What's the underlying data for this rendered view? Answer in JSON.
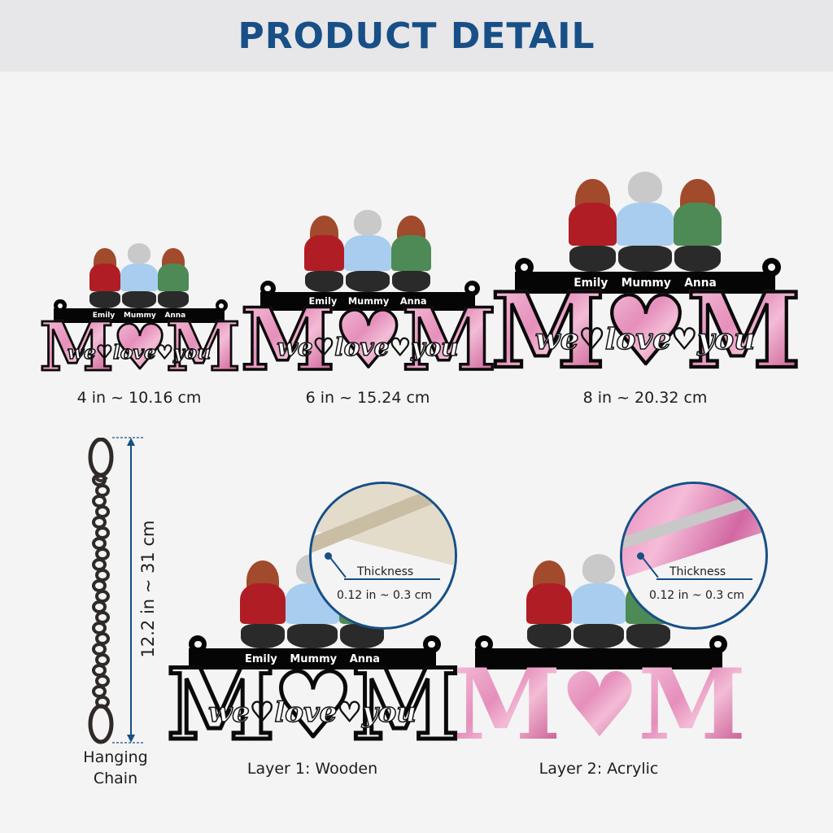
{
  "header": {
    "title": "PRODUCT DETAIL",
    "title_color": "#174f86",
    "bg_color": "#e7e6e8"
  },
  "ornament": {
    "names": [
      "Emily",
      "Mummy",
      "Anna"
    ],
    "main_word": "MOM",
    "script_text": "we♡love♡you"
  },
  "sizes": [
    {
      "label": "4 in ~ 10.16 cm"
    },
    {
      "label": "6 in ~ 15.24 cm"
    },
    {
      "label": "8 in ~ 20.32 cm"
    }
  ],
  "chain": {
    "dimension": "12.2 in ~ 31 cm",
    "label_line1": "Hanging",
    "label_line2": "Chain"
  },
  "layers": [
    {
      "label": "Layer 1: Wooden",
      "thickness_title": "Thickness",
      "thickness_value": "0.12 in ~ 0.3 cm"
    },
    {
      "label": "Layer 2: Acrylic",
      "thickness_title": "Thickness",
      "thickness_value": "0.12 in ~ 0.3 cm"
    }
  ],
  "colors": {
    "accent": "#174f86",
    "pink_light": "#f3bcd6",
    "pink_mid": "#e58fbb",
    "pink_dark": "#c9578f",
    "black": "#050505",
    "wood": "#d8cdb6",
    "red_shirt": "#b11d25",
    "blue_shirt": "#a9cdef",
    "green_shirt": "#4e8a55",
    "hair_red": "#a24a2c",
    "hair_grey": "#c9c9c9"
  }
}
